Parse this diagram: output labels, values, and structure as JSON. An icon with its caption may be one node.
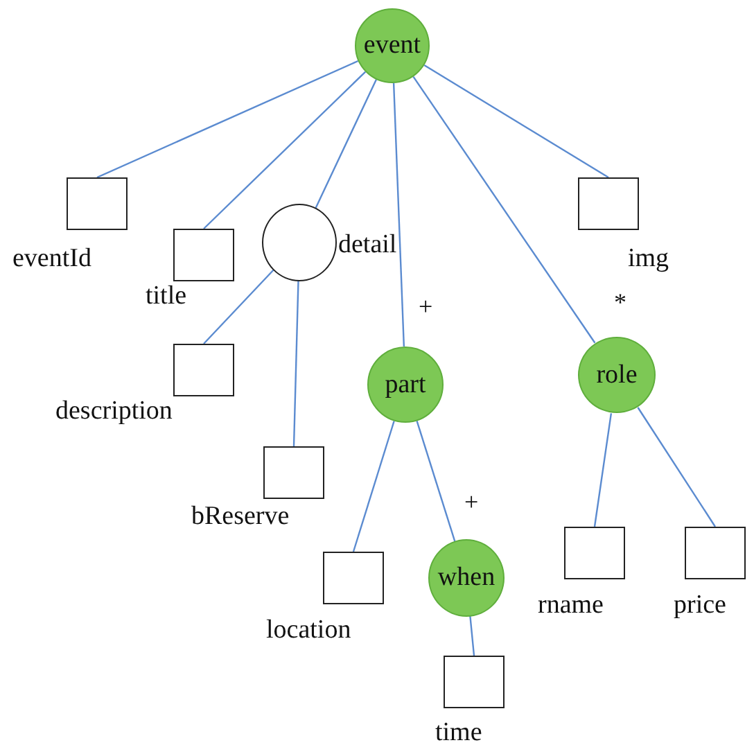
{
  "diagram": {
    "nodes": [
      {
        "text": [
          "event"
        ]
      },
      {
        "text": [],
        "shape": "box",
        "beside": [
          "eventId"
        ]
      },
      {
        "text": [],
        "shape": "box",
        "beside": [
          "title"
        ]
      },
      {
        "text": [],
        "shape": "circle",
        "beside": [
          "detail"
        ]
      },
      {
        "text": [
          "part"
        ]
      },
      {
        "text": [
          "role"
        ]
      },
      {
        "text": [],
        "shape": "box",
        "beside": [
          "img"
        ]
      },
      {
        "text": [],
        "shape": "box",
        "beside": [
          "description"
        ]
      },
      {
        "text": [],
        "shape": "box",
        "beside": [
          "bReserve"
        ]
      },
      {
        "text": [],
        "shape": "box",
        "beside": [
          "location"
        ]
      },
      {
        "text": [
          "when"
        ]
      },
      {
        "text": [],
        "shape": "box",
        "beside": [
          "rname"
        ]
      },
      {
        "text": [],
        "shape": "box",
        "beside": [
          "price"
        ]
      },
      {
        "text": [],
        "shape": "box",
        "beside": [
          "time"
        ]
      }
    ],
    "edges": [
      {
        "from": 0,
        "to": 1,
        "arrow": "none"
      },
      {
        "from": 0,
        "to": 2,
        "arrow": "none"
      },
      {
        "from": 0,
        "to": 3,
        "arrow": "none"
      },
      {
        "from": 0,
        "to": 4,
        "label": "+",
        "arrow": "none"
      },
      {
        "from": 0,
        "to": 5,
        "label": "*",
        "arrow": "none"
      },
      {
        "from": 0,
        "to": 6,
        "arrow": "none"
      },
      {
        "from": 3,
        "to": 7,
        "arrow": "none"
      },
      {
        "from": 3,
        "to": 8,
        "arrow": "none"
      },
      {
        "from": 4,
        "to": 9,
        "arrow": "none"
      },
      {
        "from": 4,
        "to": 10,
        "label": "+",
        "arrow": "none"
      },
      {
        "from": 5,
        "to": 11,
        "arrow": "none"
      },
      {
        "from": 5,
        "to": 12,
        "arrow": "none"
      },
      {
        "from": 10,
        "to": 13,
        "arrow": "none"
      }
    ]
  }
}
